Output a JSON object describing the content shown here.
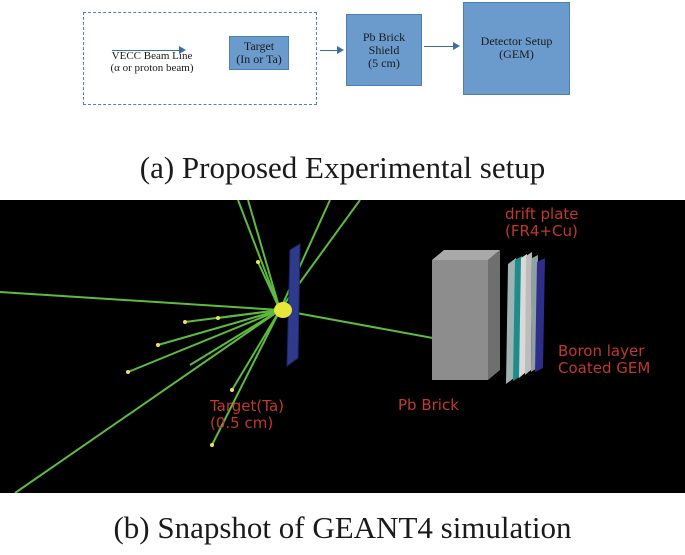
{
  "setup": {
    "beam_line": [
      "VECC Beam Line",
      "(α or proton beam)"
    ],
    "target": [
      "Target",
      "(In or Ta)"
    ],
    "shield": [
      "Pb Brick",
      "Shield",
      "(5 cm)"
    ],
    "detector": [
      "Detector Setup",
      "(GEM)"
    ],
    "caption": "(a) Proposed Experimental setup",
    "block_color": "#6a9bcc",
    "arrow_color": "#3b6ea5"
  },
  "simulation": {
    "background_color": "#000000",
    "track_color": "#5dbb3f",
    "label_color": "#c0392b",
    "labels": {
      "drift_plate": [
        "drift plate",
        "(FR4+Cu)"
      ],
      "target": [
        "Target(Ta)",
        "(0.5 cm)"
      ],
      "pb_brick": "Pb Brick",
      "boron": [
        "Boron layer",
        "Coated GEM"
      ]
    },
    "caption": "(b) Snapshot of GEANT4 simulation"
  }
}
